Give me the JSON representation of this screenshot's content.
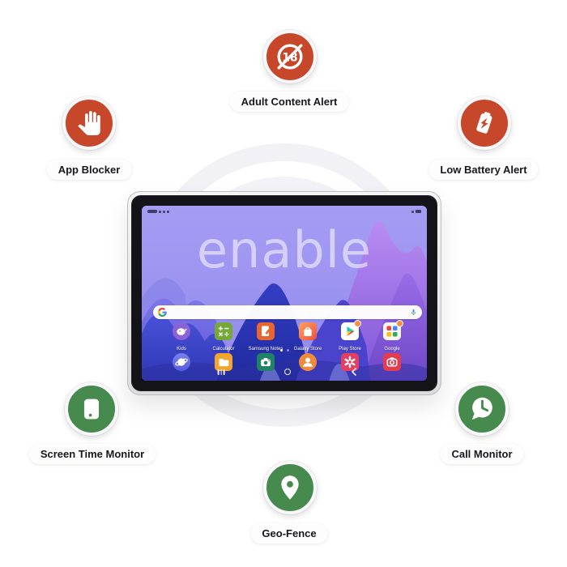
{
  "features": {
    "adult_content": {
      "label": "Adult Content Alert",
      "icon": "no-under-18-icon",
      "color": "#c64729"
    },
    "app_blocker": {
      "label": "App Blocker",
      "icon": "stop-hand-icon",
      "color": "#c64729"
    },
    "low_battery": {
      "label": "Low Battery Alert",
      "icon": "battery-bolt-icon",
      "color": "#c64729"
    },
    "screen_time": {
      "label": "Screen Time Monitor",
      "icon": "tablet-screen-icon",
      "color": "#478a4d"
    },
    "call_monitor": {
      "label": "Call Monitor",
      "icon": "chat-bubble-clock-icon",
      "color": "#478a4d"
    },
    "geo_fence": {
      "label": "Geo-Fence",
      "icon": "location-pin-icon",
      "color": "#478a4d"
    }
  },
  "tablet": {
    "wallpaper_brand": "enable",
    "apps": [
      {
        "label": "Kids",
        "icon": "kids-app-icon"
      },
      {
        "label": "Calculator",
        "icon": "calculator-app-icon"
      },
      {
        "label": "Samsung Notes",
        "icon": "samsung-notes-app-icon"
      },
      {
        "label": "Galaxy Store",
        "icon": "galaxy-store-app-icon"
      },
      {
        "label": "Play Store",
        "icon": "play-store-app-icon"
      },
      {
        "label": "Google",
        "icon": "google-folder-app-icon"
      }
    ],
    "dock_icons": [
      "samsung-internet-icon",
      "my-files-icon",
      "camera-app-icon",
      "contacts-app-icon",
      "gallery-app-icon",
      "camera-video-app-icon"
    ],
    "nav_icons": [
      "recents-icon",
      "home-icon",
      "back-icon"
    ],
    "search": {
      "left_icon": "google-g-icon",
      "right_icon": "mic-icon"
    }
  },
  "colors": {
    "alert_red": "#c64729",
    "monitor_green": "#478a4d",
    "wallpaper_purple": "#9b92ee",
    "background": "#ffffff"
  }
}
